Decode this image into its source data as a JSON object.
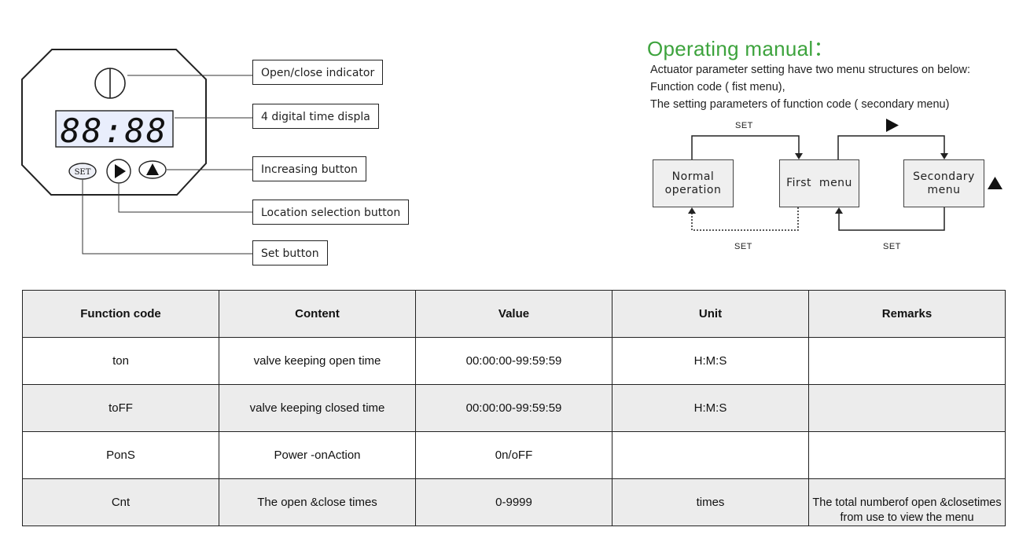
{
  "device": {
    "display_text": "88:88",
    "set_button_label": "SET"
  },
  "callouts": {
    "indicator": "Open/close indicator",
    "display": "4 digital time displa",
    "increase": "Increasing button",
    "location": "Location selection button",
    "set": "Set button"
  },
  "manual": {
    "title": "Operating manual：",
    "line1": "Actuator parameter setting have two menu structures on below:",
    "line2": "Function code ( fist menu),",
    "line3": "The setting parameters of function code ( secondary menu)"
  },
  "flow": {
    "normal_line1": "Normal",
    "normal_line2": "operation",
    "first_menu": "First  menu",
    "secondary_line1": "Secondary",
    "secondary_line2": "menu",
    "label_set_top": "SET",
    "label_set_bottom_left": "SET",
    "label_set_bottom_right": "SET"
  },
  "table": {
    "headers": [
      "Function code",
      "Content",
      "Value",
      "Unit",
      "Remarks"
    ],
    "rows": [
      {
        "code": "ton",
        "content": "valve keeping open time",
        "value": "00:00:00-99:59:59",
        "unit": "H:M:S",
        "remarks_line1": "",
        "remarks_line2": ""
      },
      {
        "code": "toFF",
        "content": "valve keeping closed time",
        "value": "00:00:00-99:59:59",
        "unit": "H:M:S",
        "remarks_line1": "",
        "remarks_line2": ""
      },
      {
        "code": "PonS",
        "content": "Power -onAction",
        "value": "0n/oFF",
        "unit": "",
        "remarks_line1": "",
        "remarks_line2": ""
      },
      {
        "code": "Cnt",
        "content": "The open &close times",
        "value": "0-9999",
        "unit": "times",
        "remarks_line1": "The total numberof open &closetimes",
        "remarks_line2": "from use to view the menu"
      }
    ]
  },
  "colors": {
    "title_green": "#3da33d",
    "box_fill": "#efefef",
    "display_fill": "#e9eefc"
  },
  "icons": {
    "indicator": "circle-split-icon",
    "right": "play-right-icon",
    "up": "triangle-up-icon"
  }
}
